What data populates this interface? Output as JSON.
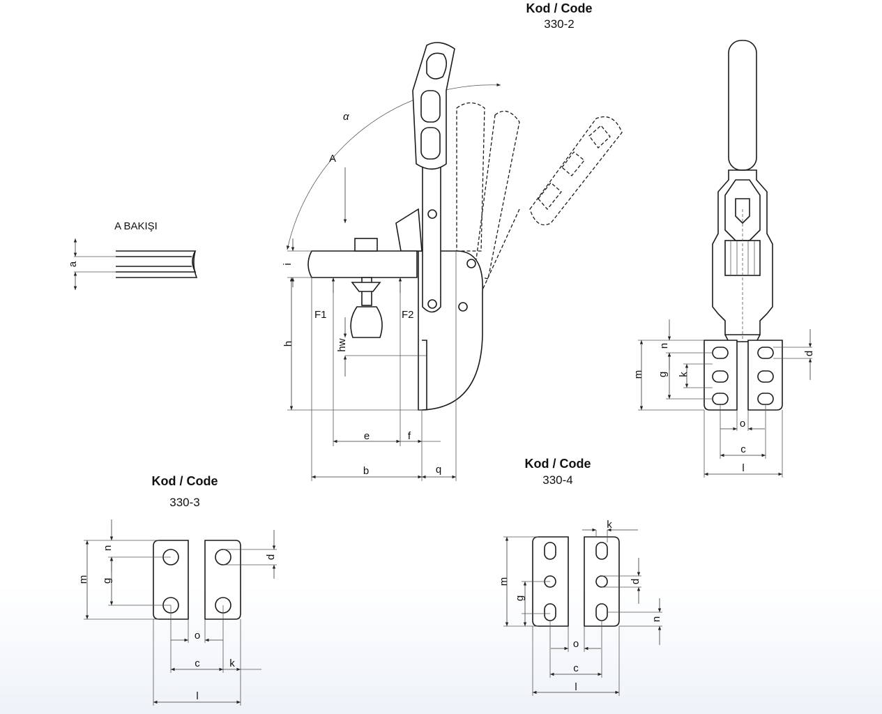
{
  "titles": {
    "c2": {
      "heading": "Kod / Code",
      "code": "330-2"
    },
    "c3": {
      "heading": "Kod / Code",
      "code": "330-3"
    },
    "c4": {
      "heading": "Kod / Code",
      "code": "330-4"
    }
  },
  "view_label": "A BAKIŞI",
  "labels": {
    "alpha": "α",
    "A": "A",
    "a": "a",
    "i": "i",
    "h": "h",
    "hw": "hw",
    "F1": "F1",
    "F2": "F2",
    "e": "e",
    "f": "f",
    "b": "b",
    "q": "q",
    "n": "n",
    "m": "m",
    "g": "g",
    "k": "k",
    "d": "d",
    "o": "o",
    "c": "c",
    "l": "l"
  }
}
